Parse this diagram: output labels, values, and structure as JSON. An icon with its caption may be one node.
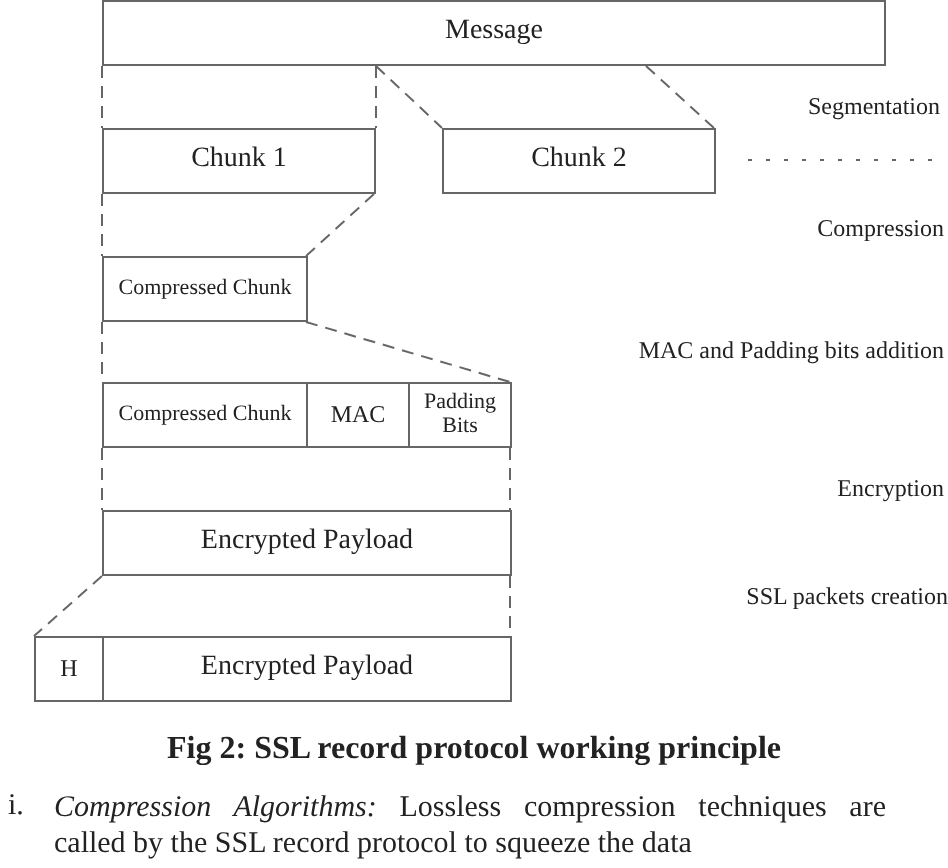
{
  "diagram": {
    "caption": "Fig 2: SSL record protocol working principle",
    "nodes": [
      {
        "text": [
          "Message"
        ]
      },
      {
        "text": [
          "Chunk 1"
        ]
      },
      {
        "text": [
          "Chunk 2"
        ]
      },
      {
        "text": [
          "Compressed Chunk"
        ]
      },
      {
        "text": [
          "Compressed Chunk"
        ]
      },
      {
        "text": [
          "MAC"
        ]
      },
      {
        "text": [
          "Padding Bits"
        ]
      },
      {
        "text": [
          "Encrypted Payload"
        ]
      },
      {
        "text": [
          "H"
        ]
      },
      {
        "text": [
          "Encrypted Payload"
        ]
      }
    ],
    "edges": [
      {
        "from": 0,
        "to": 1,
        "arrow": "none",
        "style": "dashed"
      },
      {
        "from": 0,
        "to": 1,
        "arrow": "none",
        "style": "dashed"
      },
      {
        "from": 0,
        "to": 2,
        "arrow": "none",
        "style": "dashed"
      },
      {
        "from": 0,
        "to": 2,
        "arrow": "none",
        "style": "dashed"
      },
      {
        "from": 1,
        "to": 3,
        "arrow": "none",
        "style": "dashed"
      },
      {
        "from": 1,
        "to": 3,
        "arrow": "none",
        "style": "dashed"
      },
      {
        "from": 3,
        "to": 4,
        "arrow": "none",
        "style": "dashed"
      },
      {
        "from": 3,
        "to": 6,
        "arrow": "none",
        "style": "dashed"
      },
      {
        "from": 4,
        "to": 7,
        "arrow": "none",
        "style": "dashed"
      },
      {
        "from": 6,
        "to": 7,
        "arrow": "none",
        "style": "dashed"
      },
      {
        "from": 7,
        "to": 8,
        "arrow": "none",
        "style": "dashed"
      },
      {
        "from": 7,
        "to": 9,
        "arrow": "none",
        "style": "dashed"
      }
    ],
    "labels": [
      "Segmentation",
      "Compression",
      "MAC and Padding bits addition",
      "Encryption",
      "SSL packets creation",
      "i.",
      "*Compression Algorithms:* Lossless compression techniques are called by the SSL record protocol to squeeze the data"
    ]
  }
}
